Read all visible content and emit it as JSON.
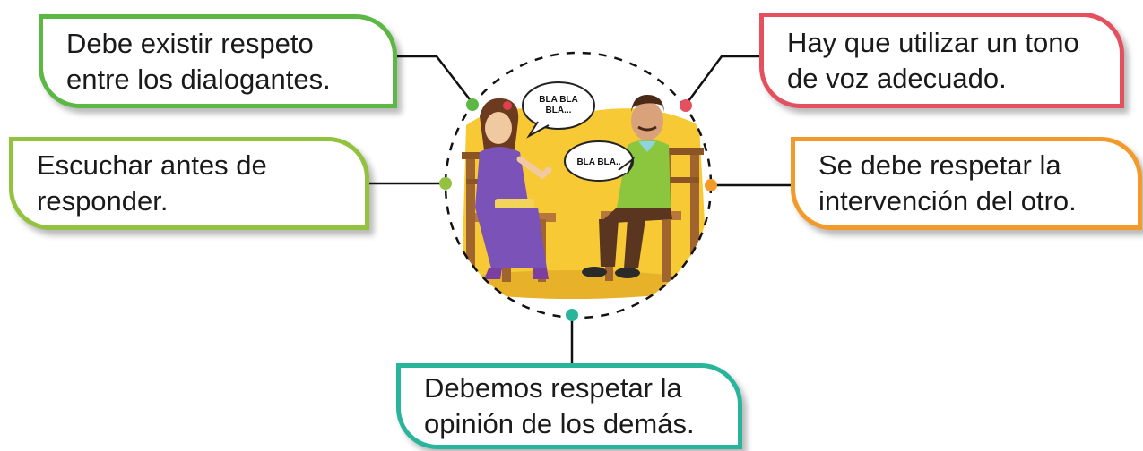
{
  "bubbles": {
    "respeto": {
      "text": "Debe existir respeto\nentre los dialogantes.",
      "color": "#5cb844"
    },
    "escuchar": {
      "text": "Escuchar antes de\nresponder.",
      "color": "#93c23e"
    },
    "tono": {
      "text": "Hay que utilizar un tono\nde voz adecuado.",
      "color": "#e5505f"
    },
    "intervencion": {
      "text": "Se debe respetar la\nintervención del otro.",
      "color": "#f39a2b"
    },
    "opinion": {
      "text": "Debemos respetar la\nopinión de los demás.",
      "color": "#29b59b"
    }
  },
  "illustration": {
    "speech_1": "BLA BLA BLA...",
    "speech_2": "BLA BLA.."
  }
}
